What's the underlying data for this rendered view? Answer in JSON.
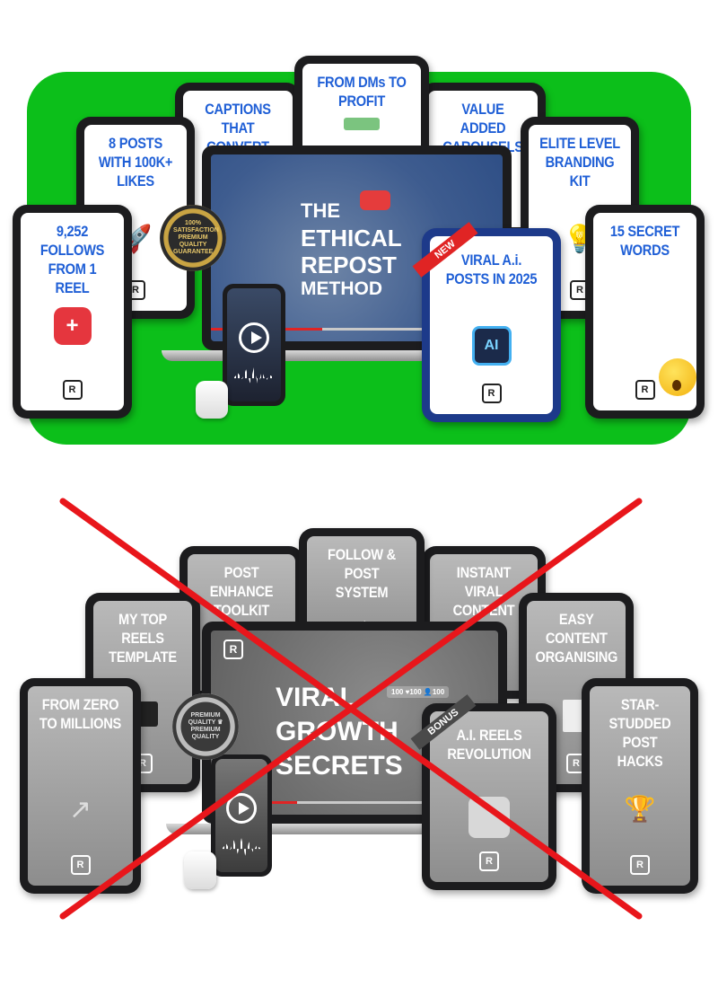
{
  "top_bundle": {
    "panel_color": "#0cbf1a",
    "laptop": {
      "line1": "THE",
      "line2": "ETHICAL",
      "line3": "REPOST",
      "line4": "METHOD"
    },
    "tablets": [
      {
        "title": "9,252 FOLLOWS FROM 1 REEL",
        "icon": "follow-request-icon"
      },
      {
        "title": "8 POSTS WITH 100K+ LIKES",
        "icon": "rocket-icon"
      },
      {
        "title": "CAPTIONS THAT CONVERT",
        "icon": "document-icon"
      },
      {
        "title": "FROM DMs TO PROFIT",
        "icon": "money-icon"
      },
      {
        "title": "VALUE ADDED CAROUSELS",
        "icon": "carousel-icon"
      },
      {
        "title": "ELITE LEVEL BRANDING KIT",
        "icon": "lightbulb-icon"
      },
      {
        "title": "15 SECRET WORDS",
        "icon": "surprised-emoji-icon"
      },
      {
        "title": "VIRAL A.i. POSTS IN 2025",
        "icon": "ai-chip-icon"
      }
    ],
    "ribbon": "NEW",
    "seal": {
      "line1": "100% SATISFACTION",
      "line2": "PREMIUM QUALITY",
      "line3": "GUARANTEE"
    },
    "logo_letter": "R"
  },
  "bottom_bundle": {
    "crossed_out": true,
    "cross_color": "#e8161b",
    "laptop": {
      "line1": "VIRAL",
      "line2": "GROWTH",
      "line3": "SECRETS",
      "stats": "100 ♥100 👤100"
    },
    "tablets": [
      {
        "title": "FROM ZERO TO MILLIONS",
        "icon": "growth-arrow-icon"
      },
      {
        "title": "MY TOP REELS TEMPLATE",
        "icon": "clapperboard-icon"
      },
      {
        "title": "POST ENHANCE TOOLKIT",
        "icon": "toolkit-icon"
      },
      {
        "title": "FOLLOW & POST SYSTEM",
        "icon": "arrow-icon"
      },
      {
        "title": "INSTANT VIRAL CONTENT BANK",
        "icon": "bank-icon"
      },
      {
        "title": "EASY CONTENT ORGANISING",
        "icon": "documents-icon"
      },
      {
        "title": "STAR-STUDDED POST HACKS",
        "icon": "trophy-icon"
      },
      {
        "title": "A.I. REELS REVOLUTION",
        "icon": "ai-video-icon"
      }
    ],
    "ribbon": "BONUS",
    "seal": {
      "line1": "PREMIUM QUALITY",
      "line2": "♛",
      "line3": "PREMIUM QUALITY"
    },
    "logo_letter": "R"
  }
}
